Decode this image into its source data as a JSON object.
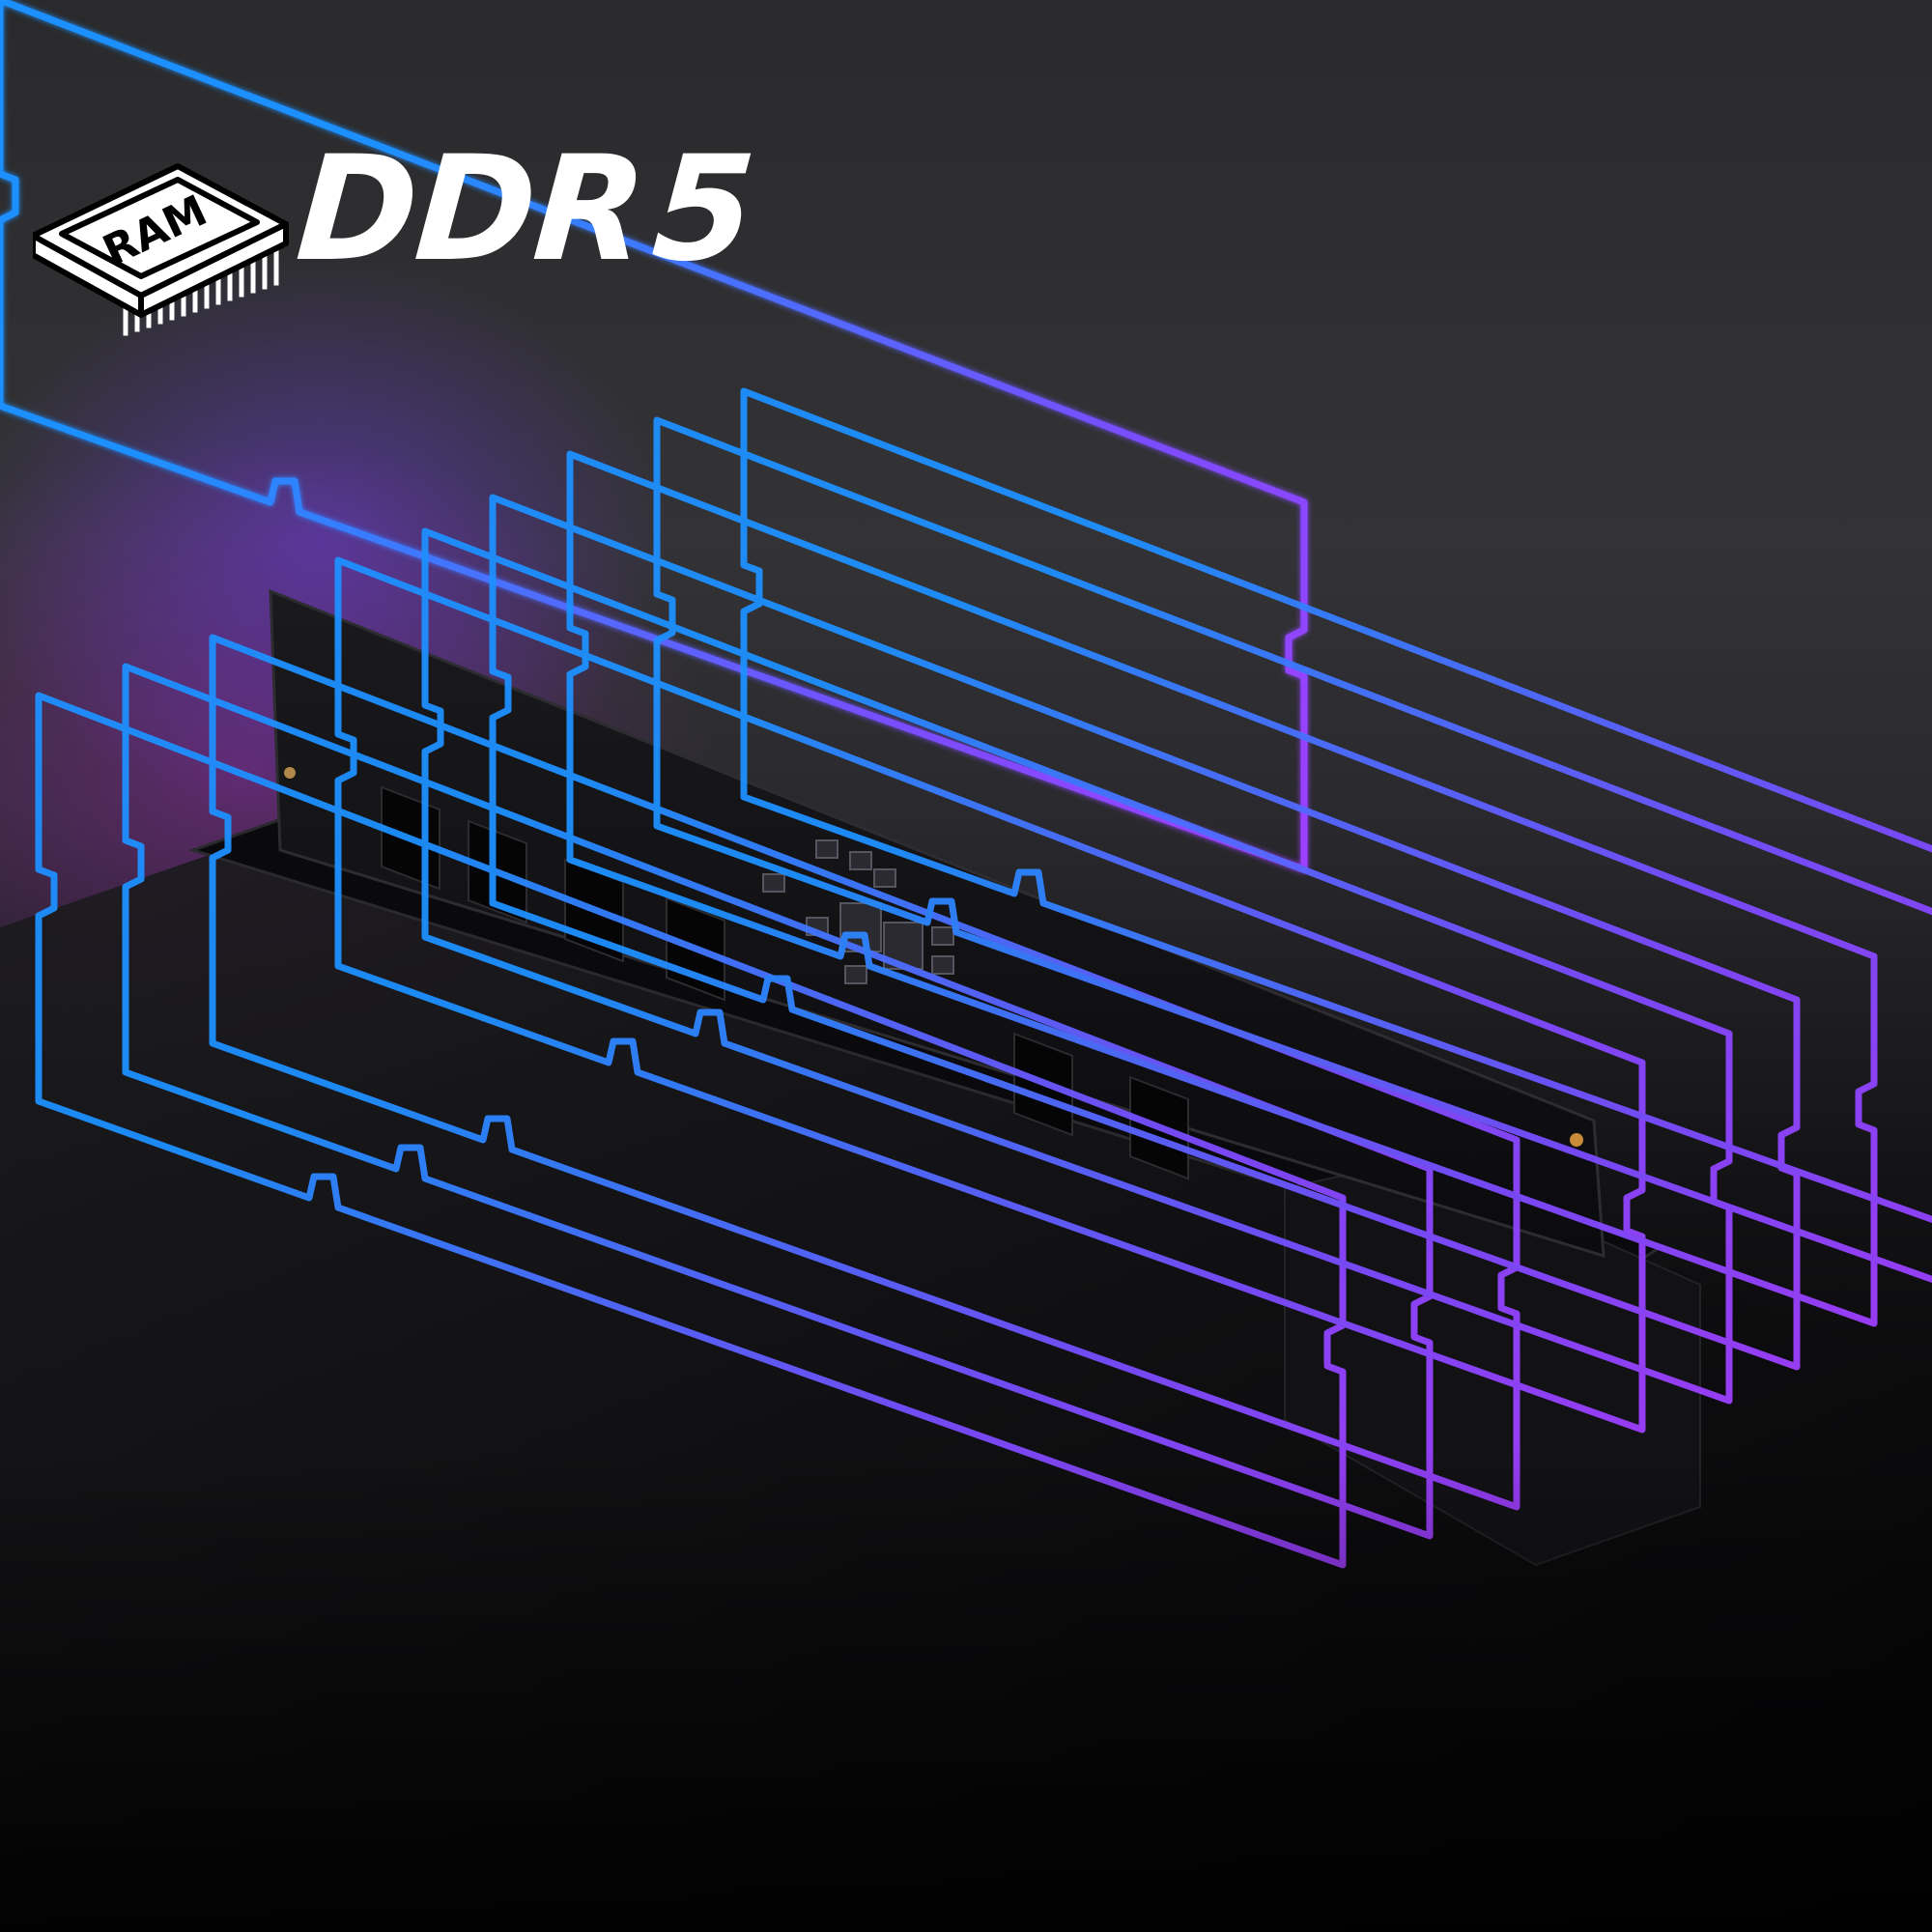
{
  "badge": {
    "chip_label": "RAM",
    "icon": "ram-chip-icon"
  },
  "heading": {
    "prefix": "DDR",
    "number": "5"
  },
  "colors": {
    "glow_blue": "#1e90ff",
    "glow_violet": "#7a4dff",
    "glow_magenta": "#d12cff",
    "text": "#ffffff",
    "board": "#111113"
  }
}
